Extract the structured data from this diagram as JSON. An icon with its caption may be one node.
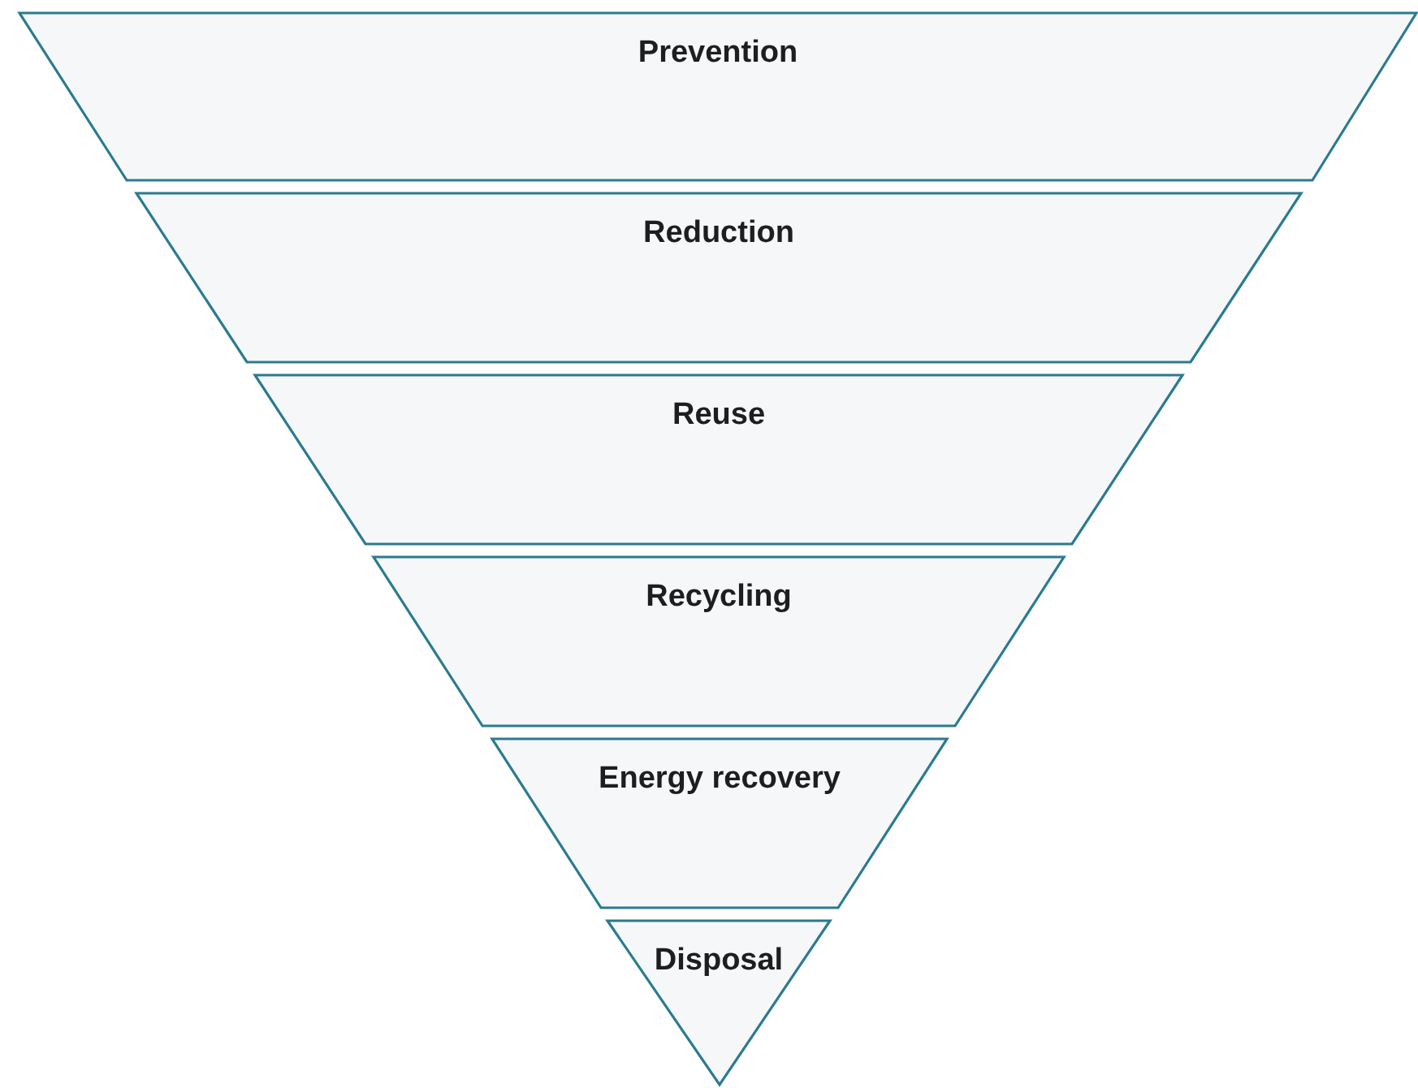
{
  "diagram": {
    "nodes": [
      {
        "text": [
          "Prevention"
        ]
      },
      {
        "text": [
          "Reduction"
        ]
      },
      {
        "text": [
          "Reuse"
        ]
      },
      {
        "text": [
          "Recycling"
        ]
      },
      {
        "text": [
          "Energy recovery"
        ]
      },
      {
        "text": [
          "Disposal"
        ]
      }
    ]
  }
}
